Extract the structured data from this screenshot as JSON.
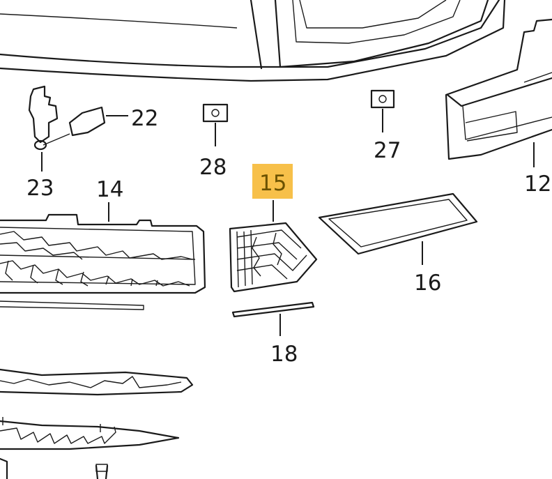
{
  "highlight_color": "#f7c04a",
  "callouts": {
    "c22": "22",
    "c23": "23",
    "c28": "28",
    "c27": "27",
    "c12": "12",
    "c14": "14",
    "c15": "15",
    "c16": "16",
    "c18": "18"
  }
}
